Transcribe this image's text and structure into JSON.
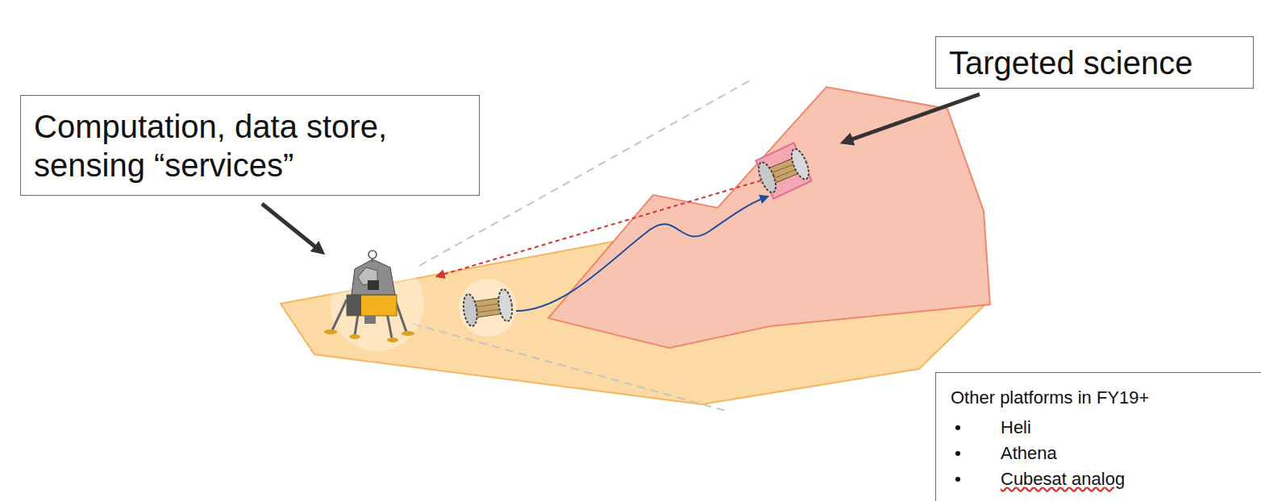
{
  "diagram": {
    "nodes": [
      {
        "text": [
          "Computation, data store, sensing “services”"
        ]
      },
      {
        "text": [
          "Targeted science"
        ]
      },
      {
        "text": [
          "Other platforms in FY19+",
          "Heli",
          "Athena",
          "Cubesat analog"
        ]
      }
    ]
  }
}
